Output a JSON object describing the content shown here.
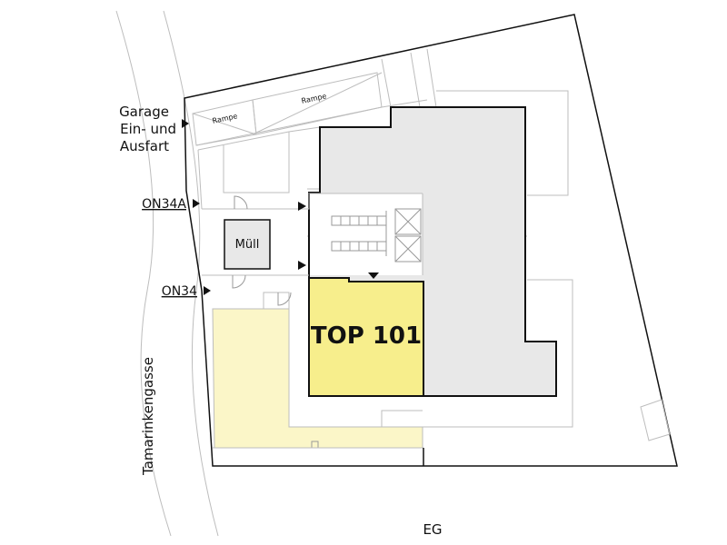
{
  "labels": {
    "garage": [
      "Garage",
      "Ein- und",
      "Ausfart"
    ],
    "entrance_a": "ON34A",
    "entrance_b": "ON34",
    "muell": "Müll",
    "rampe_left": "Rampe",
    "rampe_right": "Rampe",
    "unit": "TOP 101",
    "street": "Tamarinkengasse",
    "floor": "EG"
  },
  "colors": {
    "unit_fill": "#f7ee8c",
    "garden_fill": "#fbf6c8",
    "building_fill": "#e8e8e8",
    "muell_fill": "#e8e8e8",
    "line_dark": "#111111",
    "line_light": "#bdbdbd"
  }
}
